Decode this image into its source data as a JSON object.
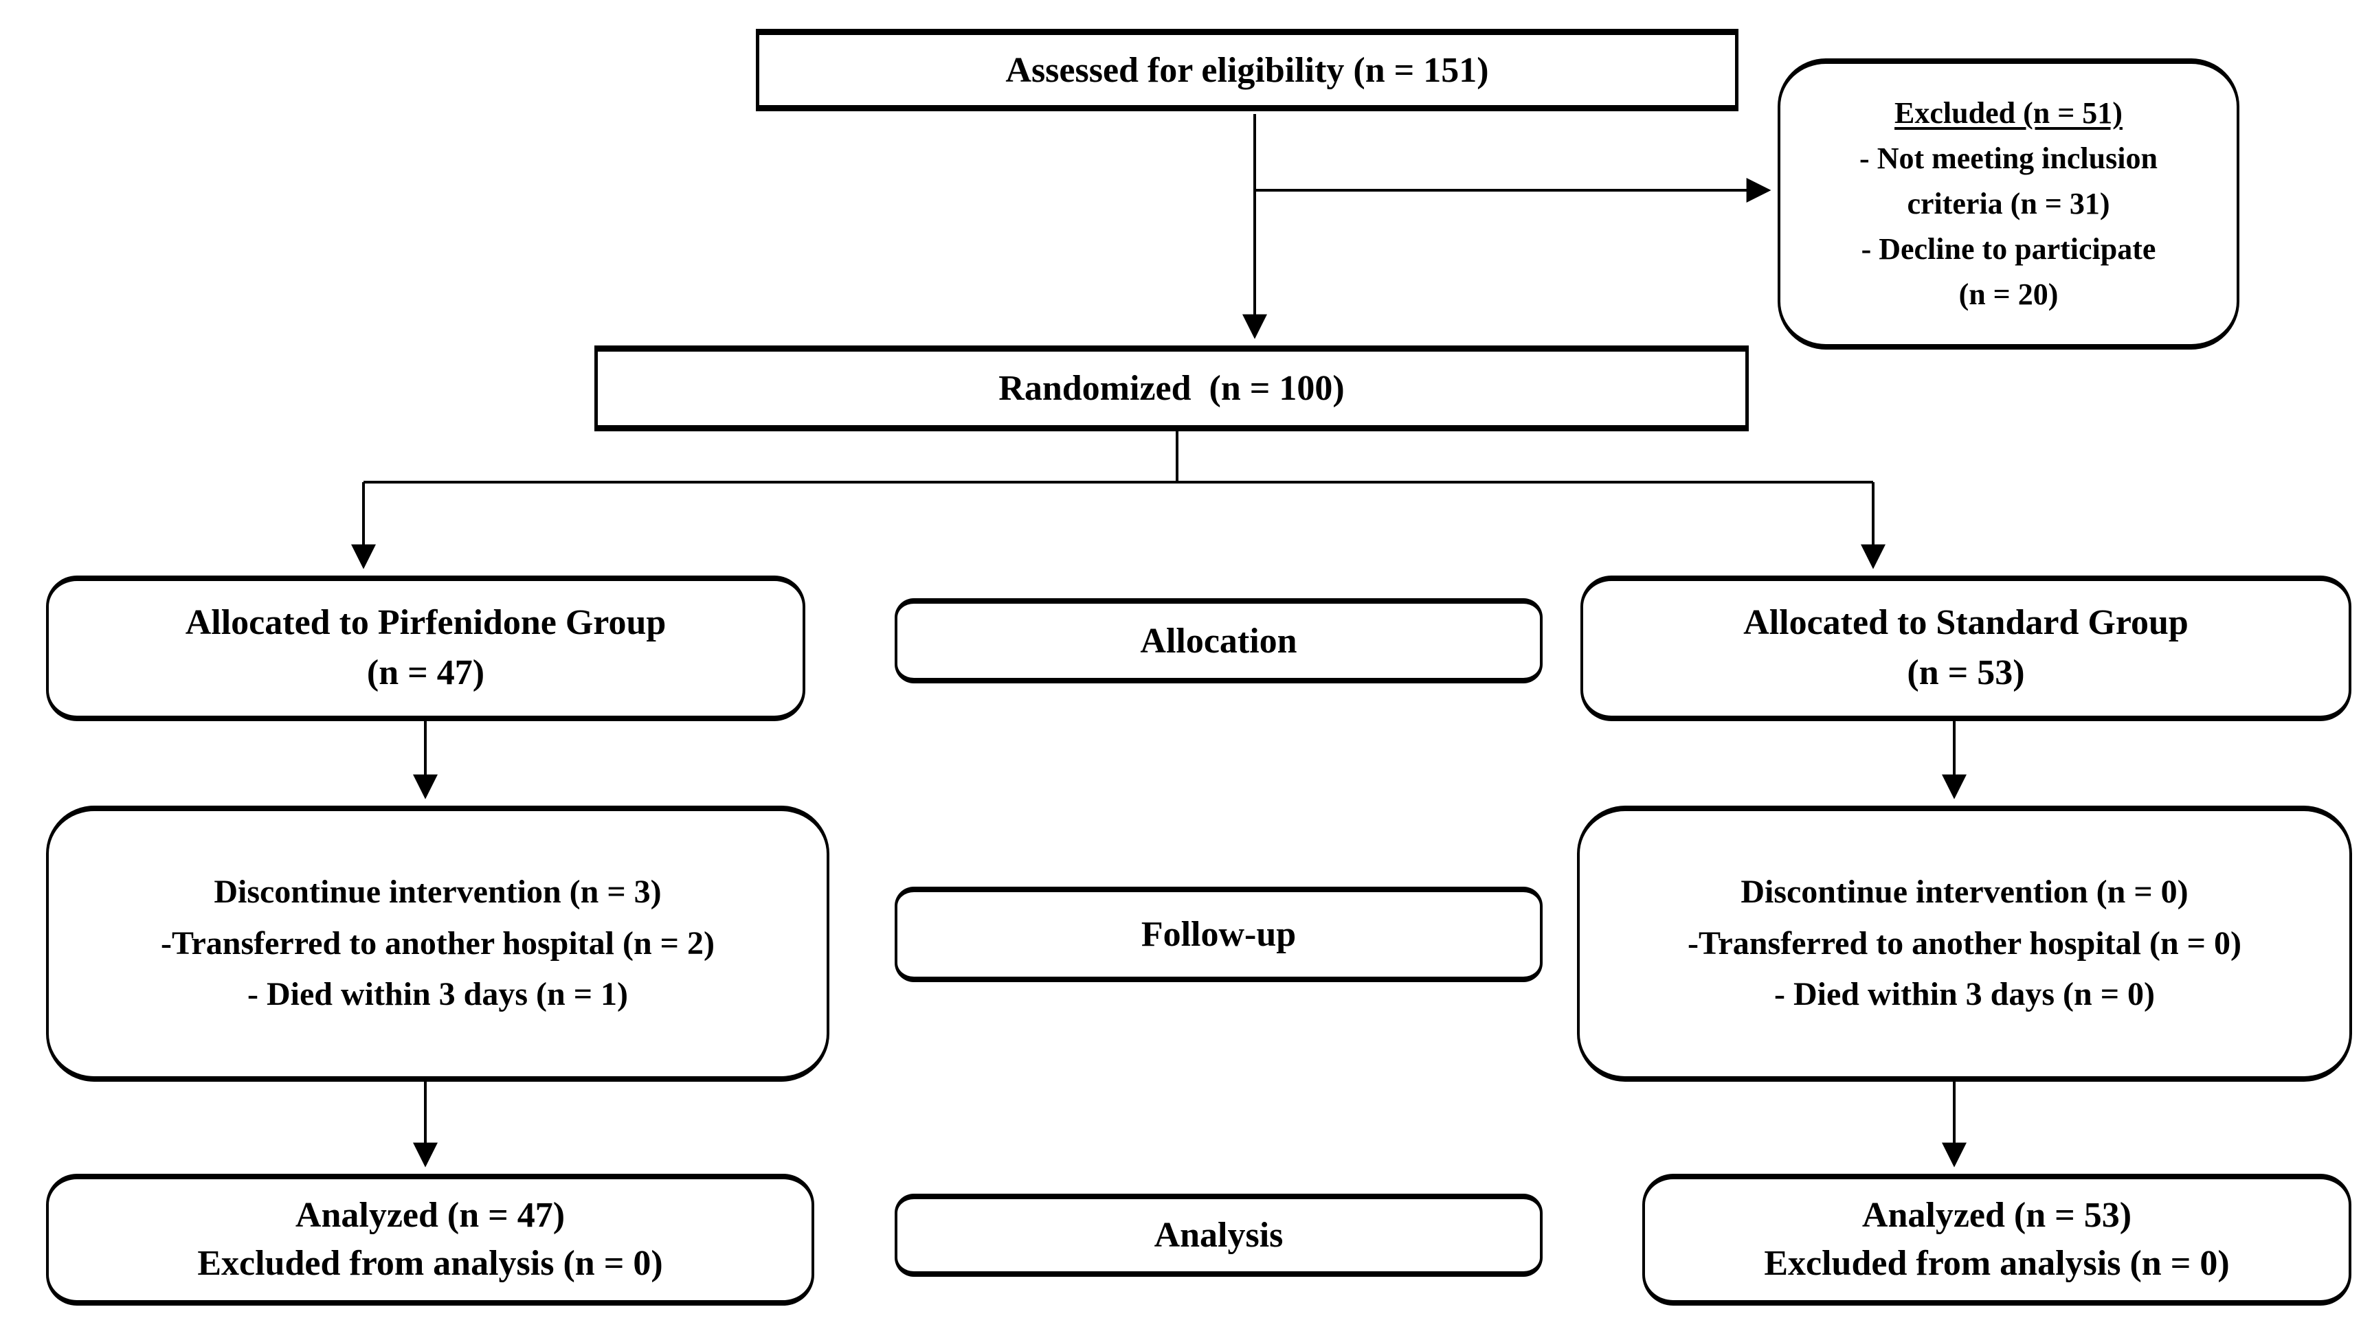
{
  "flow": {
    "assessed": {
      "text": "Assessed for eligibility (n = 151)"
    },
    "excluded": {
      "title": "Excluded (n = 51)",
      "line1": "- Not meeting inclusion",
      "line2": "criteria (n = 31)",
      "line3": "- Decline to participate",
      "line4": "(n = 20)"
    },
    "randomized": {
      "text": "Randomized  (n = 100)"
    },
    "allocation_stage_label": "Allocation",
    "allocated_pirfenidone": {
      "line1": "Allocated to Pirfenidone Group",
      "line2": "(n = 47)"
    },
    "allocated_standard": {
      "line1": "Allocated to Standard Group",
      "line2": "(n = 53)"
    },
    "followup_stage_label": "Follow-up",
    "followup_pirfenidone": {
      "line1": "Discontinue intervention (n = 3)",
      "line2": "-Transferred to another hospital (n = 2)",
      "line3": "- Died within 3 days (n = 1)"
    },
    "followup_standard": {
      "line1": "Discontinue intervention (n = 0)",
      "line2": "-Transferred to another hospital (n = 0)",
      "line3": "- Died within 3 days (n = 0)"
    },
    "analysis_stage_label": "Analysis",
    "analyzed_pirfenidone": {
      "line1": "Analyzed (n = 47)",
      "line2": "Excluded from analysis (n = 0)"
    },
    "analyzed_standard": {
      "line1": "Analyzed (n = 53)",
      "line2": "Excluded from analysis (n = 0)"
    }
  },
  "colors": {
    "background": "#ffffff",
    "line": "#000000",
    "text": "#000000"
  }
}
